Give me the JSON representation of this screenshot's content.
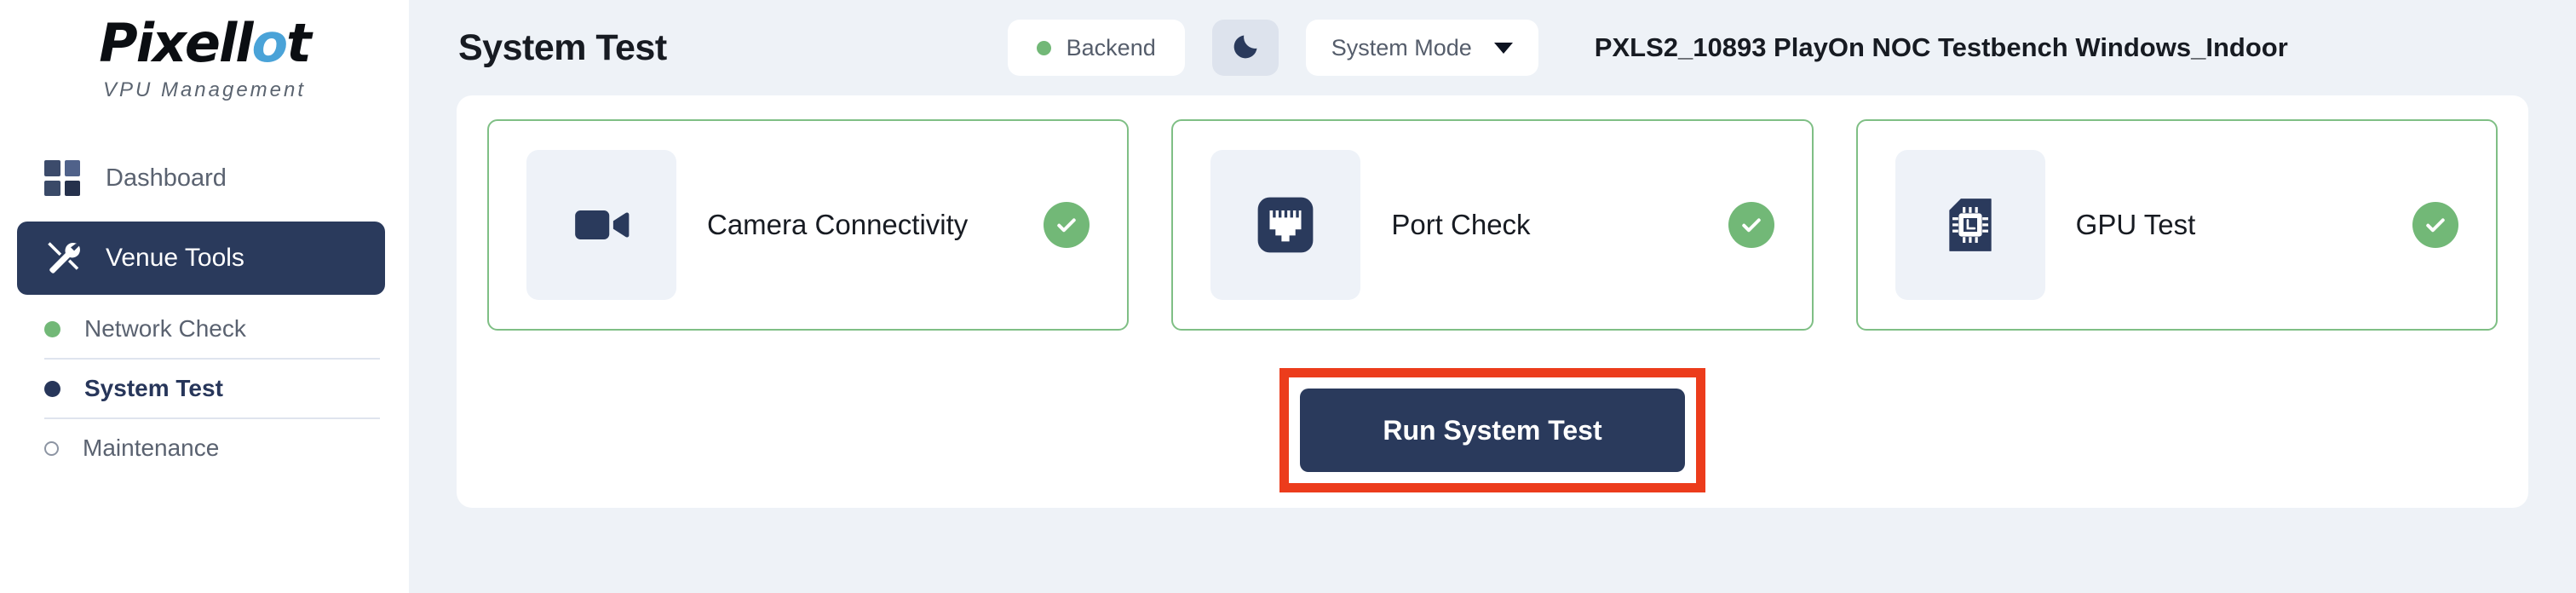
{
  "brand": {
    "name_part1": "Pixell",
    "name_o": "o",
    "name_part2": "t",
    "subtitle": "VPU Management"
  },
  "sidebar": {
    "items": [
      {
        "label": "Dashboard",
        "icon": "grid-icon",
        "active": false
      },
      {
        "label": "Venue Tools",
        "icon": "tools-icon",
        "active": true
      }
    ],
    "subitems": [
      {
        "label": "Network Check",
        "dot": "green",
        "current": false
      },
      {
        "label": "System Test",
        "dot": "navy",
        "current": true
      },
      {
        "label": "Maintenance",
        "dot": "hollow",
        "current": false
      }
    ]
  },
  "header": {
    "title": "System Test",
    "backend_badge": "Backend",
    "theme_toggle_icon": "moon-icon",
    "mode_dropdown": "System Mode",
    "device_name": "PXLS2_10893 PlayOn NOC Testbench Windows_Indoor"
  },
  "main": {
    "cards": [
      {
        "label": "Camera Connectivity",
        "icon": "video-camera-icon",
        "status": "passed"
      },
      {
        "label": "Port Check",
        "icon": "ethernet-port-icon",
        "status": "passed"
      },
      {
        "label": "GPU Test",
        "icon": "cpu-chip-icon",
        "status": "passed"
      }
    ],
    "run_button": "Run System Test"
  },
  "colors": {
    "navy": "#2a3a5c",
    "green": "#72b877",
    "accent_blue": "#4aa3d8",
    "annotation_red": "#ec3c1c",
    "page_bg": "#eef2f7"
  }
}
